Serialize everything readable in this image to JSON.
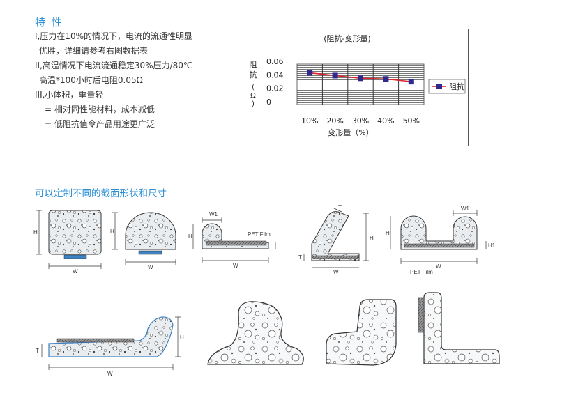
{
  "features": {
    "title": "特 性",
    "lines": [
      "I,压力在10%的情况下，电流的流通性明显",
      "优胜，详细请参考右图数据表",
      "II,高温情况下电流流通稳定30%压力/80℃",
      "高温*100小时后电阻0.05Ω",
      "III,小体积，重量轻",
      "= 相对同性能材料，成本减低",
      "= 低阻抗值令产品用途更广泛"
    ]
  },
  "chart_data": {
    "type": "line",
    "title": "(阻抗-变形量)",
    "categories": [
      "10%",
      "20%",
      "30%",
      "40%",
      "50%"
    ],
    "series": [
      {
        "name": "阻抗",
        "values": [
          0.047,
          0.043,
          0.039,
          0.038,
          0.034
        ]
      }
    ],
    "xlabel": "变形量（%）",
    "ylabel": "阻抗（Ω）",
    "ylim": [
      0,
      0.06
    ],
    "yticks": [
      "0.06",
      "0.04",
      "0.02",
      "0"
    ],
    "grid": true,
    "legend_position": "right",
    "colors": {
      "line": "#e0202a",
      "marker": "#2d2a8e"
    }
  },
  "shapes": {
    "title": "可以定制不同的截面形状和尺寸",
    "labels": {
      "W": "W",
      "H": "H",
      "T": "T",
      "W1": "W1",
      "H1": "H1",
      "PET": "PET Film"
    }
  }
}
